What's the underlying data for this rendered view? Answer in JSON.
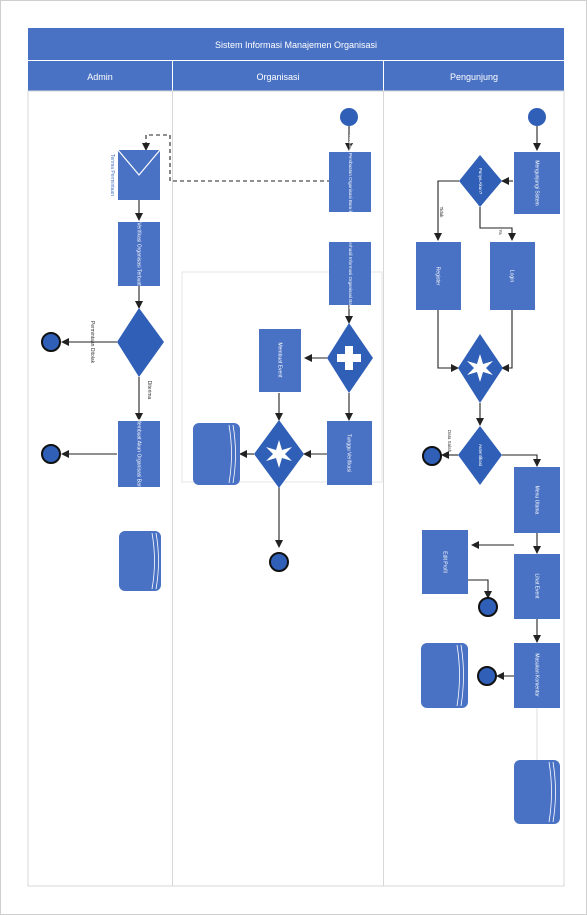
{
  "diagram": {
    "title": "Sistem Informasi Manajemen Organisasi",
    "lanes": [
      {
        "id": "admin",
        "label": "Admin"
      },
      {
        "id": "organisasi",
        "label": "Organisasi"
      },
      {
        "id": "pengunjung",
        "label": "Pengunjung"
      }
    ],
    "nodes": {
      "admin_message": {
        "label": "Terima Permintaan"
      },
      "admin_verify": {
        "label": "Verifikasi Organisasi Terbuat"
      },
      "admin_gateway": {
        "label": ""
      },
      "admin_create": {
        "label": "Membuat Akun Organisasi Baru"
      },
      "org_request": {
        "label": "Request Pembuatan Organisasi Baru ke Admin"
      },
      "org_login": {
        "label": "Berhasil Informasi Organisasi Baru"
      },
      "org_event": {
        "label": "Membuat Event"
      },
      "org_verify": {
        "label": "Tunggu Verifikasi"
      },
      "pg_visit": {
        "label": "Mengunjungi Sistem"
      },
      "pg_decision": {
        "label": "Punya Akun?"
      },
      "pg_register": {
        "label": "Register"
      },
      "pg_login": {
        "label": "Login"
      },
      "pg_auth": {
        "label": "Autentikasi"
      },
      "pg_menu": {
        "label": "Menu Utama"
      },
      "pg_edit_profile": {
        "label": "Edit Profil"
      },
      "pg_view_event": {
        "label": "Lihat Event"
      },
      "pg_comment": {
        "label": "Masukan Komentar"
      }
    },
    "edge_labels": {
      "rejected": "Permintaan Ditolak",
      "accepted": "Diterima",
      "no_account": "Tidak",
      "has_account": "Ya",
      "auth_failed": "Data Salah"
    }
  }
}
